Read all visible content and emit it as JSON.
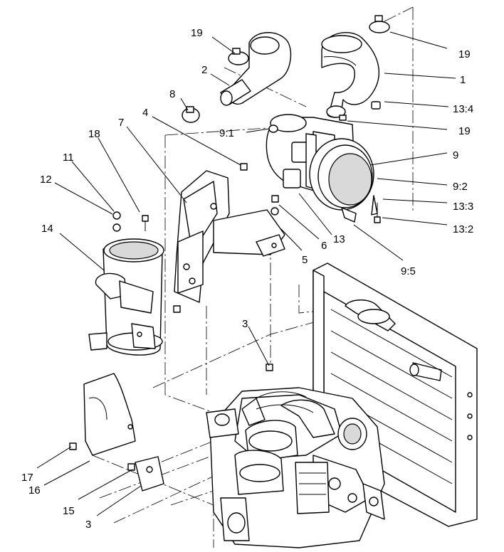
{
  "callouts": {
    "c19_top_left": "19",
    "c19_top_right": "19",
    "c19_mid": "19",
    "c2": "2",
    "c1": "1",
    "c8": "8",
    "c4": "4",
    "c13_4": "13:4",
    "c9_1": "9:1",
    "c7": "7",
    "c18": "18",
    "c11": "11",
    "c12": "12",
    "c9": "9",
    "c9_2": "9:2",
    "c13_3": "13:3",
    "c13_2": "13:2",
    "c14": "14",
    "c6": "6",
    "c13": "13",
    "c5": "5",
    "c9_5": "9:5",
    "c3_mid": "3",
    "c17": "17",
    "c16": "16",
    "c15": "15",
    "c3_bottom": "3"
  }
}
